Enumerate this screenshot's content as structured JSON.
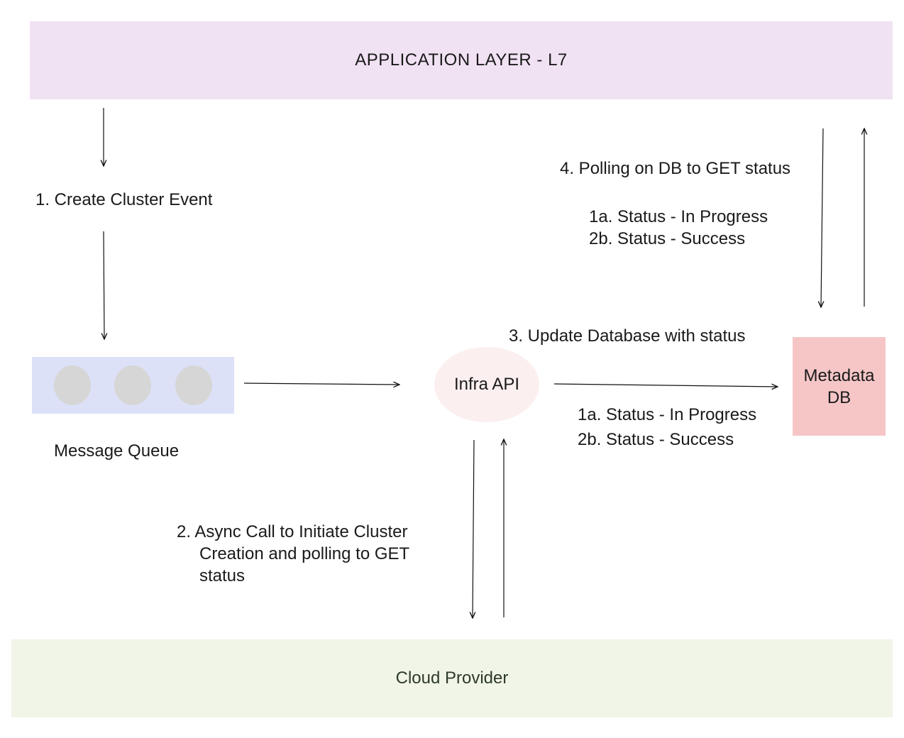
{
  "app_layer": {
    "label": "APPLICATION LAYER - L7"
  },
  "cloud_provider": {
    "label": "Cloud Provider"
  },
  "message_queue": {
    "label": "Message Queue"
  },
  "infra_api": {
    "label": "Infra API"
  },
  "metadata_db": {
    "label_line1": "Metadata",
    "label_line2": "DB"
  },
  "steps": {
    "create_cluster": "1. Create Cluster Event",
    "async_call": {
      "line1": "2. Async Call to Initiate Cluster",
      "line2": "Creation and polling to GET",
      "line3": "status"
    },
    "update_db": "3. Update Database with status",
    "update_statuses": [
      "1a. Status - In Progress",
      "2b. Status - Success"
    ],
    "polling": "4. Polling on DB to GET status",
    "polling_statuses": [
      "1a. Status - In Progress",
      "2b. Status - Success"
    ]
  },
  "colors": {
    "app_layer": "#f1e2f3",
    "cloud_provider": "#f1f5e8",
    "message_queue": "#dce1f8",
    "queue_slot": "#d6d6d6",
    "infra_api": "#fcefef",
    "metadata_db": "#f6c6c7"
  }
}
